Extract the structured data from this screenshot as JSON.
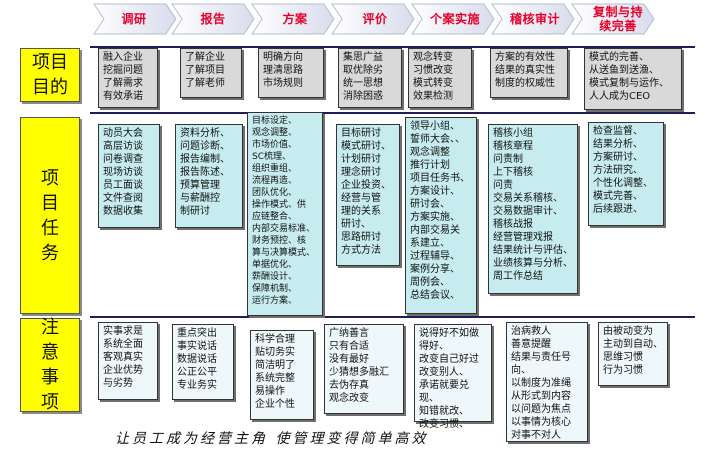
{
  "stages": [
    "调研",
    "报告",
    "方案",
    "评价",
    "个案实施",
    "稽核审计",
    "复制与持\n续完善"
  ],
  "rows": [
    {
      "head": "项目\n目的",
      "cells": [
        "融入企业\n挖掘问题\n了解需求\n有效承诺",
        "了解企业\n了解项目\n了解老师",
        "明确方向\n理清思路\n市场规则",
        "集思广益\n取优除劣\n统一思想\n消除困惑",
        "观念转变\n习惯改变\n模式转变\n效果检测",
        "方案的有效性\n结果的真实性\n制度的权威性",
        "模式的完善、\n从送鱼到送渔、\n模式复制与运作、\n人人成为CEO"
      ]
    },
    {
      "head": "项\n目\n任\n务",
      "cells": [
        "动员大会\n高层访谈\n问卷调查\n现场访谈\n员工面谈\n文件查阅\n数据收集",
        "资料分析、\n问题诊断、\n报告编制、\n报告陈述、\n预算管理\n与薪酬控\n制研讨",
        "目标设定、\n观念调整、\n市场价值、\nSC梳理、\n组织重组、\n流程再造、\n团队优化、\n操作模式、供\n应链整合、\n内部交易标准、\n财务预控、核\n算与决算模式、\n单据优化、\n薪酬设计、\n保障机制、\n运行方案、",
        "目标研讨\n模式研讨、\n计划研讨\n理念研讨\n企业投资、\n经营与管\n理的关系\n研讨、\n思路研讨\n方式方法",
        "领导小组、\n誓师大会、、\n观念调整\n推行计划\n项目任务书、\n方案设计、\n研讨会、\n方案实施、\n内部交易关\n系建立、\n过程辅导、\n案例分享、\n周例会、\n总结会议、",
        "稽核小组\n稽核章程\n问责制\n上下稽核\n问责\n交易关系稽核、\n交易数据审计、\n稽核战报\n经营管理戏报\n结果统计与评估、\n业绩核算与分析、\n周工作总结",
        "检查监督、\n结果分析、\n方案研讨、\n方法研究、\n个性化调整、\n模式完善、\n后续跟进、"
      ]
    },
    {
      "head": "注\n意\n事\n项",
      "cells": [
        "实事求是\n系统全面\n客观真实\n企业优势\n与劣势",
        "重点突出\n事实说话\n数据说话\n公正公平\n专业务实",
        "科学合理\n贴切务实\n简洁明了\n系统完整\n易操作\n企业个性",
        "广纳善言\n只有合适\n没有最好\n少猜想多融汇\n去伪存真\n观念改变",
        "说得好不如做\n得好、\n改变自己好过\n改变别人、\n承诺就要兑现、\n知错就改、\n改变习惯、",
        "治病救人\n善意提醒\n结果与责任号\n向、\n以制度为准绳\n从形式到内容\n以问题为焦点\n以事情为核心\n对事不对人",
        "由被动变为\n主动到自动、\n思维习惯\n行为习惯"
      ]
    }
  ],
  "footer": "让员工成为经营主角  使管理变得简单高效",
  "colors": {
    "stage_text": "#e8002a",
    "row_head": "#ffff00",
    "cell_gray": "#d9d9d9",
    "cell_teal": "#c7ecf0"
  }
}
